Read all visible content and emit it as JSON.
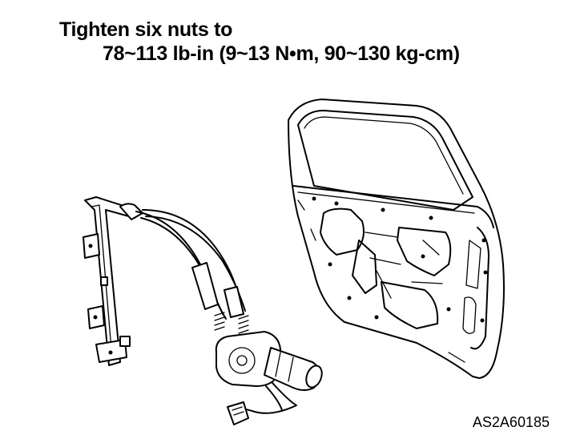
{
  "instruction": {
    "line1": "Tighten six nuts to",
    "line2": "78~113 lb-in (9~13 N•m, 90~130 kg-cm)"
  },
  "figure_id": "AS2A60185"
}
